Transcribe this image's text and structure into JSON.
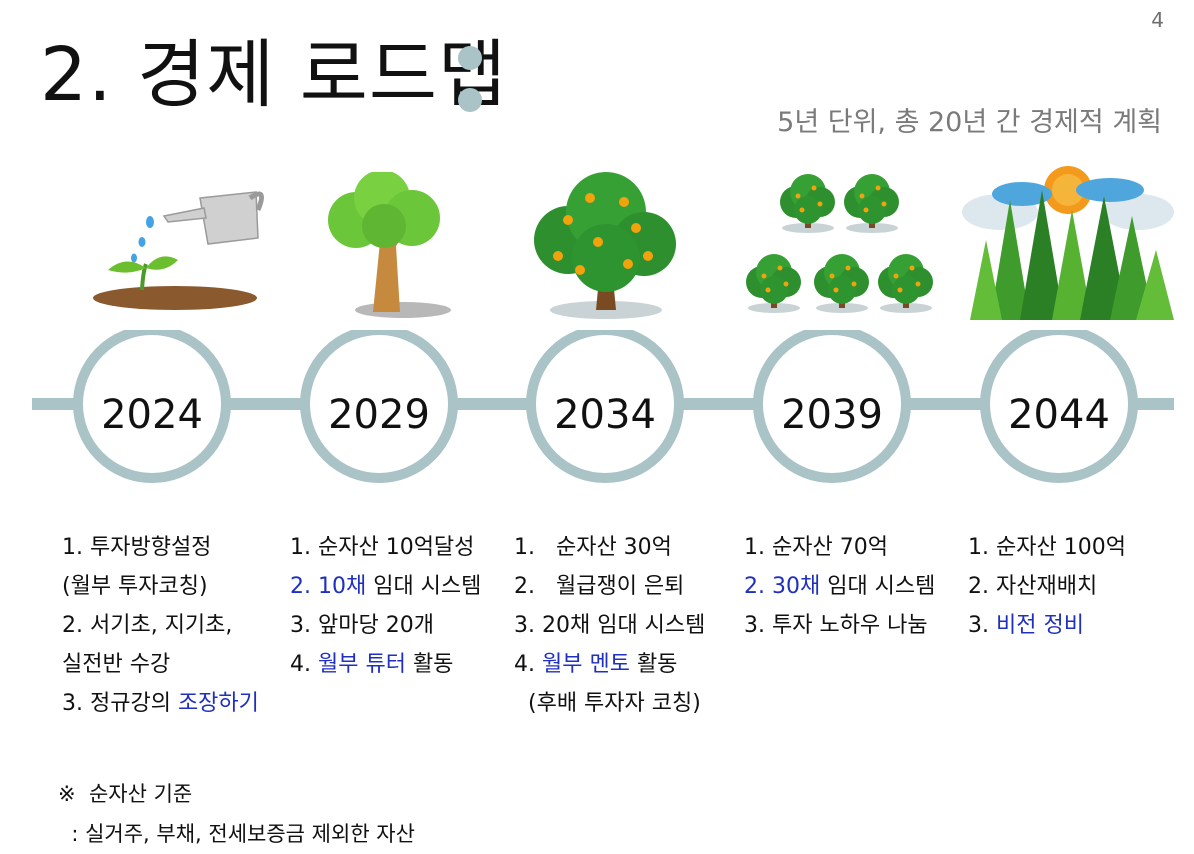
{
  "page_number": "4",
  "title": "2. 경제 로드맵",
  "subtitle": "5년 단위, 총 20년 간 경제적 계획",
  "milestones": [
    {
      "year": "2024",
      "icon": "seedling-watering-can-icon",
      "items": [
        {
          "text": "1. 투자방향설정"
        },
        {
          "text": "(월부 투자코칭)"
        },
        {
          "text": "2. 서기초, 지기초,"
        },
        {
          "text": "실전반 수강"
        },
        {
          "prefix": "3. 정규강의 ",
          "highlight": "조장하기",
          "suffix": ""
        }
      ]
    },
    {
      "year": "2029",
      "icon": "young-tree-icon",
      "items": [
        {
          "text": "1. 순자산 10억달성"
        },
        {
          "prefix": "",
          "highlight": "2. 10채",
          "suffix": " 임대 시스템"
        },
        {
          "text": "3. 앞마당 20개"
        },
        {
          "prefix": "4. ",
          "highlight": "월부 튜터",
          "suffix": " 활동"
        }
      ]
    },
    {
      "year": "2034",
      "icon": "fruit-tree-icon",
      "items": [
        {
          "text": "1.   순자산 30억"
        },
        {
          "text": "2.   월급쟁이 은퇴"
        },
        {
          "text": "3. 20채 임대 시스템"
        },
        {
          "prefix": "4. ",
          "highlight": "월부 멘토",
          "suffix": " 활동"
        },
        {
          "text": "(후배 투자자 코칭)"
        }
      ]
    },
    {
      "year": "2039",
      "icon": "orchard-icon",
      "items": [
        {
          "text": "1. 순자산 70억"
        },
        {
          "prefix": "",
          "highlight": "2. 30채",
          "suffix": " 임대 시스템"
        },
        {
          "text": "3. 투자 노하우 나눔"
        }
      ]
    },
    {
      "year": "2044",
      "icon": "forest-sun-icon",
      "items": [
        {
          "text": "1. 순자산 100억"
        },
        {
          "text": "2. 자산재배치"
        },
        {
          "prefix": "3. ",
          "highlight": "비전 정비",
          "suffix": ""
        }
      ]
    }
  ],
  "note": {
    "line1": "※  순자산 기준",
    "line2": "  : 실거주, 부채, 전세보증금 제외한 자산"
  },
  "colors": {
    "timeline": "#a9c3c6",
    "highlight": "#1f2fbf",
    "leaf": "#2f8f2f",
    "fruit": "#f2a20c"
  }
}
